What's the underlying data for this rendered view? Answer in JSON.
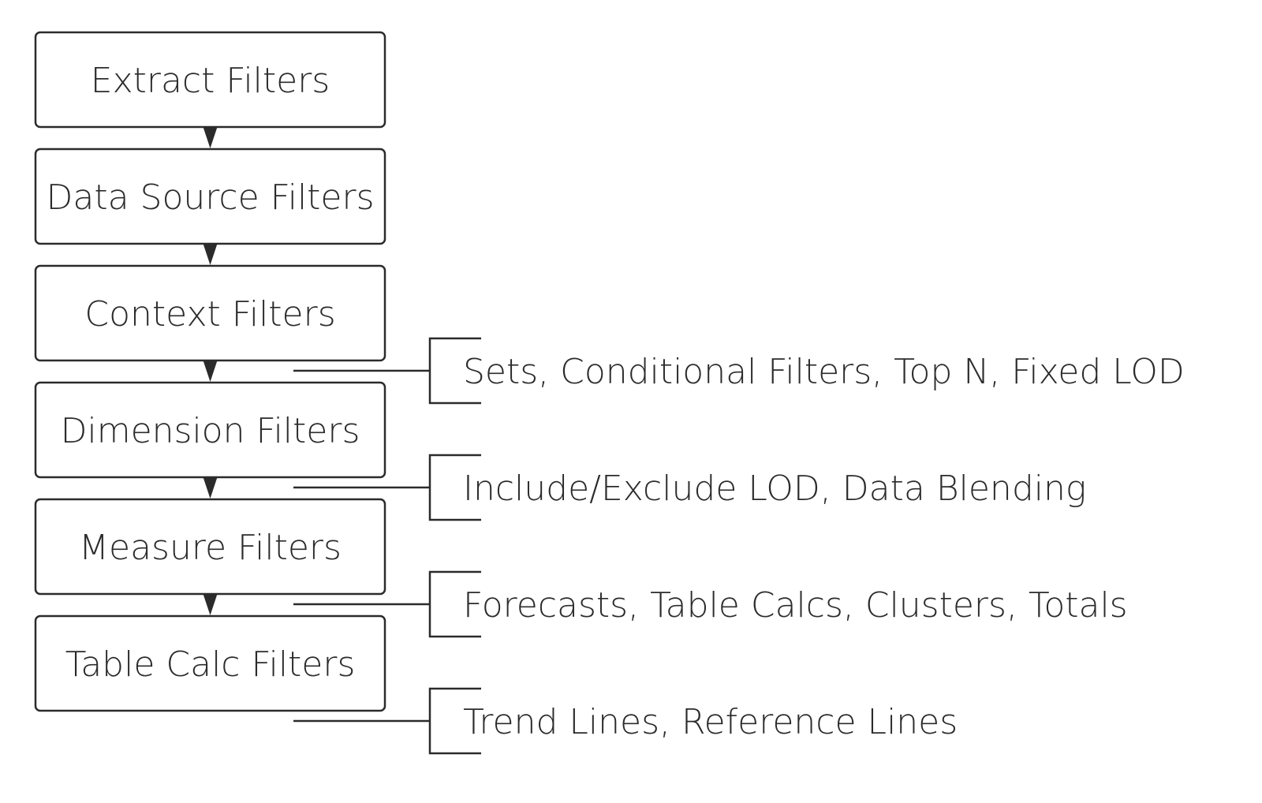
{
  "stages": [
    {
      "label": "Extract Filters"
    },
    {
      "label": "Data Source Filters"
    },
    {
      "label": "Context Filters"
    },
    {
      "label": "Dimension Filters"
    },
    {
      "label": "Measure Filters"
    },
    {
      "label": "Table Calc Filters"
    }
  ],
  "notes": [
    {
      "label": "Sets, Conditional Filters, Top N, Fixed LOD"
    },
    {
      "label": "Include/Exclude LOD, Data Blending"
    },
    {
      "label": "Forecasts, Table Calcs, Clusters, Totals"
    },
    {
      "label": "Trend Lines, Reference Lines"
    }
  ],
  "colors": {
    "stroke": "#2b2b2b",
    "background": "#ffffff"
  }
}
